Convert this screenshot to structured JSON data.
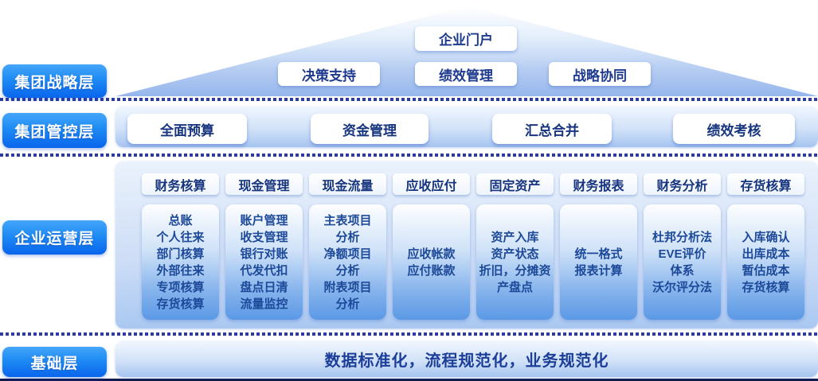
{
  "colors": {
    "label_gradient_top": "#45a6f9",
    "label_gradient_bottom": "#0a65ec",
    "band_light": "#f0f6fe",
    "band_deep": "#a5c4f0",
    "cell_gradient_bottom": "#5b99e5",
    "navy_text": "#16357e",
    "dash_rule": "#2c3ba0",
    "bottom_rule": "#121a52"
  },
  "layers": {
    "strategy": {
      "label": "集团战略层",
      "top": "企业门户",
      "row": [
        "决策支持",
        "绩效管理",
        "战略协同"
      ]
    },
    "control": {
      "label": "集团管控层",
      "items": [
        "全面预算",
        "资金管理",
        "汇总合并",
        "绩效考核"
      ]
    },
    "operation": {
      "label": "企业运营层",
      "columns": [
        {
          "header": "财务核算",
          "lines": [
            "总账",
            "个人往来",
            "部门核算",
            "外部往来",
            "专项核算",
            "存货核算"
          ]
        },
        {
          "header": "现金管理",
          "lines": [
            "账户管理",
            "收支管理",
            "银行对账",
            "代发代扣",
            "盘点日清",
            "流量监控"
          ]
        },
        {
          "header": "现金流量",
          "lines": [
            "主表项目",
            "分析",
            "净额项目",
            "分析",
            "附表项目",
            "分析"
          ]
        },
        {
          "header": "应收应付",
          "lines": [
            "应收帐款",
            "应付账款"
          ]
        },
        {
          "header": "固定资产",
          "lines": [
            "资产入库",
            "资产状态",
            "折旧，分摊资",
            "产盘点"
          ]
        },
        {
          "header": "财务报表",
          "lines": [
            "统一格式",
            "报表计算"
          ]
        },
        {
          "header": "财务分析",
          "lines": [
            "杜邦分析法",
            "EVE评价",
            "体系",
            "沃尔评分法"
          ]
        },
        {
          "header": "存货核算",
          "lines": [
            "入库确认",
            "出库成本",
            "暂估成本",
            "存货核算"
          ]
        }
      ]
    },
    "foundation": {
      "label": "基础层",
      "text": "数据标准化，流程规范化，业务规范化"
    }
  }
}
